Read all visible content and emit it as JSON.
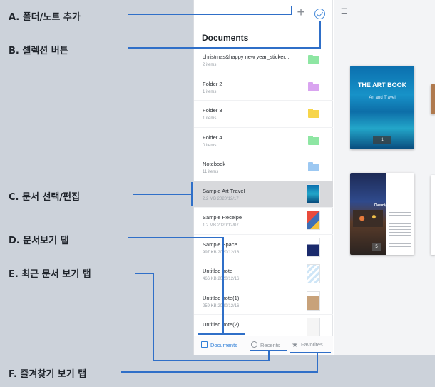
{
  "annotations": {
    "a": "A. 폴더/노트 추가",
    "b": "B. 셀렉션 버튼",
    "c": "C. 문서 선택/편집",
    "d": "D. 문서보기 탭",
    "e": "E. 최근 문서 보기 탭",
    "f": "F. 즐겨찾기 보기 탭"
  },
  "toolbar": {
    "add_icon": "+"
  },
  "sidebar": {
    "title": "Documents",
    "items": [
      {
        "name": "christmas&happy new year_sticker...",
        "meta": "2 items",
        "kind": "folder",
        "color": "#8ee6a3"
      },
      {
        "name": "Folder 2",
        "meta": "1 items",
        "kind": "folder",
        "color": "#d9a4f0"
      },
      {
        "name": "Folder 3",
        "meta": "1 items",
        "kind": "folder",
        "color": "#f7d54a"
      },
      {
        "name": "Folder 4",
        "meta": "0 items",
        "kind": "folder",
        "color": "#8ee6a3"
      },
      {
        "name": "Notebook",
        "meta": "11 items",
        "kind": "folder",
        "color": "#9cc8f2"
      },
      {
        "name": "Sample Art Travel",
        "meta": "2.2 MB 2020/12/17",
        "kind": "doc",
        "selected": true
      },
      {
        "name": "Sample Receipe",
        "meta": "1.2 MB 2020/12/07",
        "kind": "doc"
      },
      {
        "name": "Sample Space",
        "meta": "997 KB 2020/12/18",
        "kind": "doc"
      },
      {
        "name": "Untitled note",
        "meta": "466 KB 2020/12/16",
        "kind": "doc"
      },
      {
        "name": "Untitled note(1)",
        "meta": "259 KB 2020/12/16",
        "kind": "doc"
      },
      {
        "name": "Untitled note(2)",
        "meta": "",
        "kind": "doc"
      }
    ]
  },
  "tabs": {
    "documents": "Documents",
    "recents": "Recents",
    "favorites": "Favorites",
    "star_icon": "★"
  },
  "content": {
    "menu_icon": "☰",
    "art_card": {
      "title": "THE ART BOOK",
      "subtitle": "Art and Travel",
      "page": "1"
    },
    "stock_card": {
      "banner": "Overnight in Stockholm",
      "page": "5"
    }
  },
  "colors": {
    "accent": "#2f7fd8",
    "annotation_line": "#2f6fc8",
    "selected_row": "#d8d9dc"
  }
}
